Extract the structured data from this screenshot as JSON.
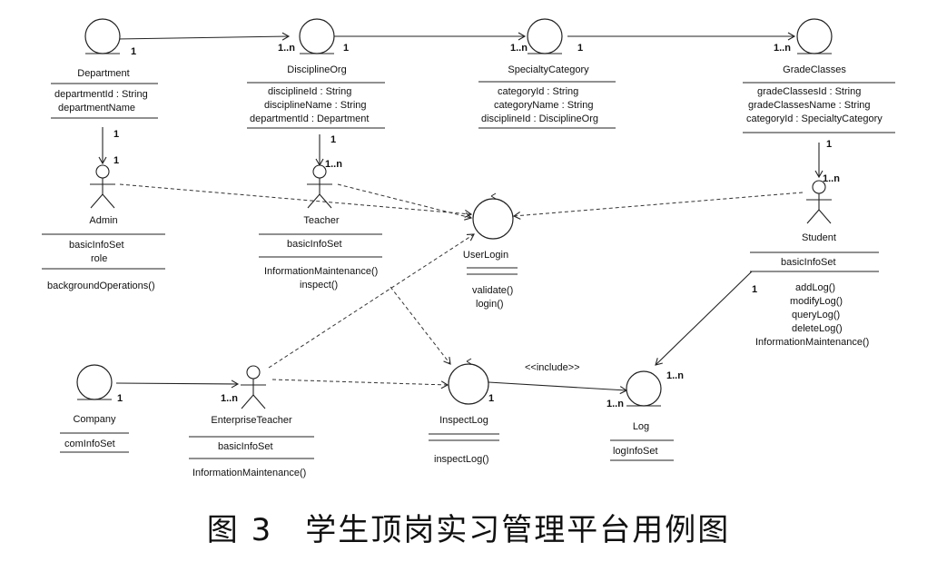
{
  "nodes": {
    "department": {
      "name": "Department",
      "attrs": [
        "departmentId : String",
        "departmentName"
      ],
      "ops": []
    },
    "discipline": {
      "name": "DisciplineOrg",
      "attrs": [
        "disciplineId : String",
        "disciplineName : String",
        "departmentId : Department"
      ],
      "ops": []
    },
    "specialty": {
      "name": "SpecialtyCategory",
      "attrs": [
        "categoryId : String",
        "categoryName : String",
        "disciplineId : DisciplineOrg"
      ],
      "ops": []
    },
    "grade": {
      "name": "GradeClasses",
      "attrs": [
        "gradeClassesId : String",
        "gradeClassesName : String",
        "categoryId : SpecialtyCategory"
      ],
      "ops": []
    },
    "admin": {
      "name": "Admin",
      "attrs": [
        "basicInfoSet",
        "role"
      ],
      "ops": [
        "backgroundOperations()"
      ]
    },
    "teacher": {
      "name": "Teacher",
      "attrs": [
        "basicInfoSet"
      ],
      "ops": [
        "InformationMaintenance()",
        "inspect()"
      ]
    },
    "userlogin": {
      "name": "UserLogin",
      "attrs": [],
      "ops": [
        "validate()",
        "login()"
      ]
    },
    "student": {
      "name": "Student",
      "attrs": [
        "basicInfoSet"
      ],
      "ops": [
        "addLog()",
        "modifyLog()",
        "queryLog()",
        "deleteLog()",
        "InformationMaintenance()"
      ]
    },
    "company": {
      "name": "Company",
      "attrs": [
        "comInfoSet"
      ],
      "ops": []
    },
    "enterprise": {
      "name": "EnterpriseTeacher",
      "attrs": [
        "basicInfoSet"
      ],
      "ops": [
        "InformationMaintenance()"
      ]
    },
    "inspectlog": {
      "name": "InspectLog",
      "attrs": [],
      "ops": [
        "inspectLog()"
      ]
    },
    "log": {
      "name": "Log",
      "attrs": [
        "logInfoSet"
      ],
      "ops": []
    }
  },
  "multiplicities": {
    "dept_out": "1",
    "disc_in": "1..n",
    "disc_out": "1",
    "spec_in": "1..n",
    "spec_out": "1",
    "grade_in": "1..n",
    "dept_down": "1",
    "admin_top": "1",
    "disc_down": "1",
    "teacher_top": "1..n",
    "grade_down": "1",
    "student_top": "1..n",
    "company_out": "1",
    "enterprise_in": "1..n",
    "student_log": "1",
    "log_top": "1..n",
    "inspect_out": "1",
    "log_in": "1..n"
  },
  "include_label": "<<include>>",
  "caption": "图 3　学生顶岗实习管理平台用例图"
}
